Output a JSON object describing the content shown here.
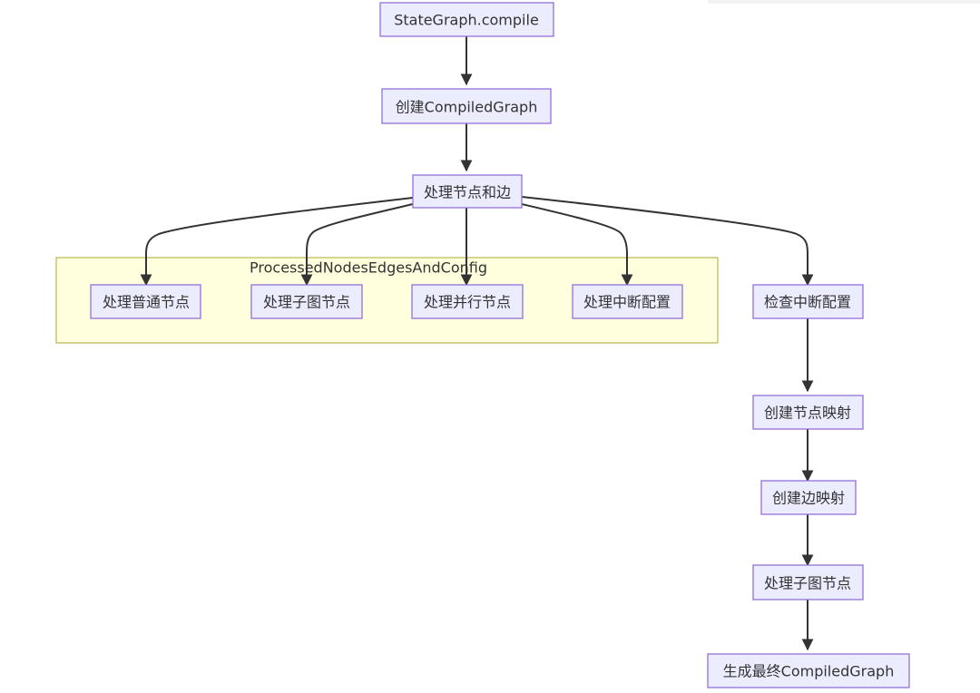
{
  "diagram": {
    "type": "flowchart",
    "cluster": {
      "label": "ProcessedNodesEdgesAndConfig"
    },
    "nodes": {
      "compile": "StateGraph.compile",
      "create_compiled": "创建CompiledGraph",
      "process_nodes_edges": "处理节点和边",
      "process_normal": "处理普通节点",
      "process_subgraph_a": "处理子图节点",
      "process_parallel": "处理并行节点",
      "process_interrupt": "处理中断配置",
      "check_interrupt": "检查中断配置",
      "create_node_map": "创建节点映射",
      "create_edge_map": "创建边映射",
      "process_subgraph_b": "处理子图节点",
      "generate_final": "生成最终CompiledGraph"
    },
    "edges": [
      [
        "compile",
        "create_compiled"
      ],
      [
        "create_compiled",
        "process_nodes_edges"
      ],
      [
        "process_nodes_edges",
        "process_normal"
      ],
      [
        "process_nodes_edges",
        "process_subgraph_a"
      ],
      [
        "process_nodes_edges",
        "process_parallel"
      ],
      [
        "process_nodes_edges",
        "process_interrupt"
      ],
      [
        "process_nodes_edges",
        "check_interrupt"
      ],
      [
        "check_interrupt",
        "create_node_map"
      ],
      [
        "create_node_map",
        "create_edge_map"
      ],
      [
        "create_edge_map",
        "process_subgraph_b"
      ],
      [
        "process_subgraph_b",
        "generate_final"
      ]
    ]
  }
}
